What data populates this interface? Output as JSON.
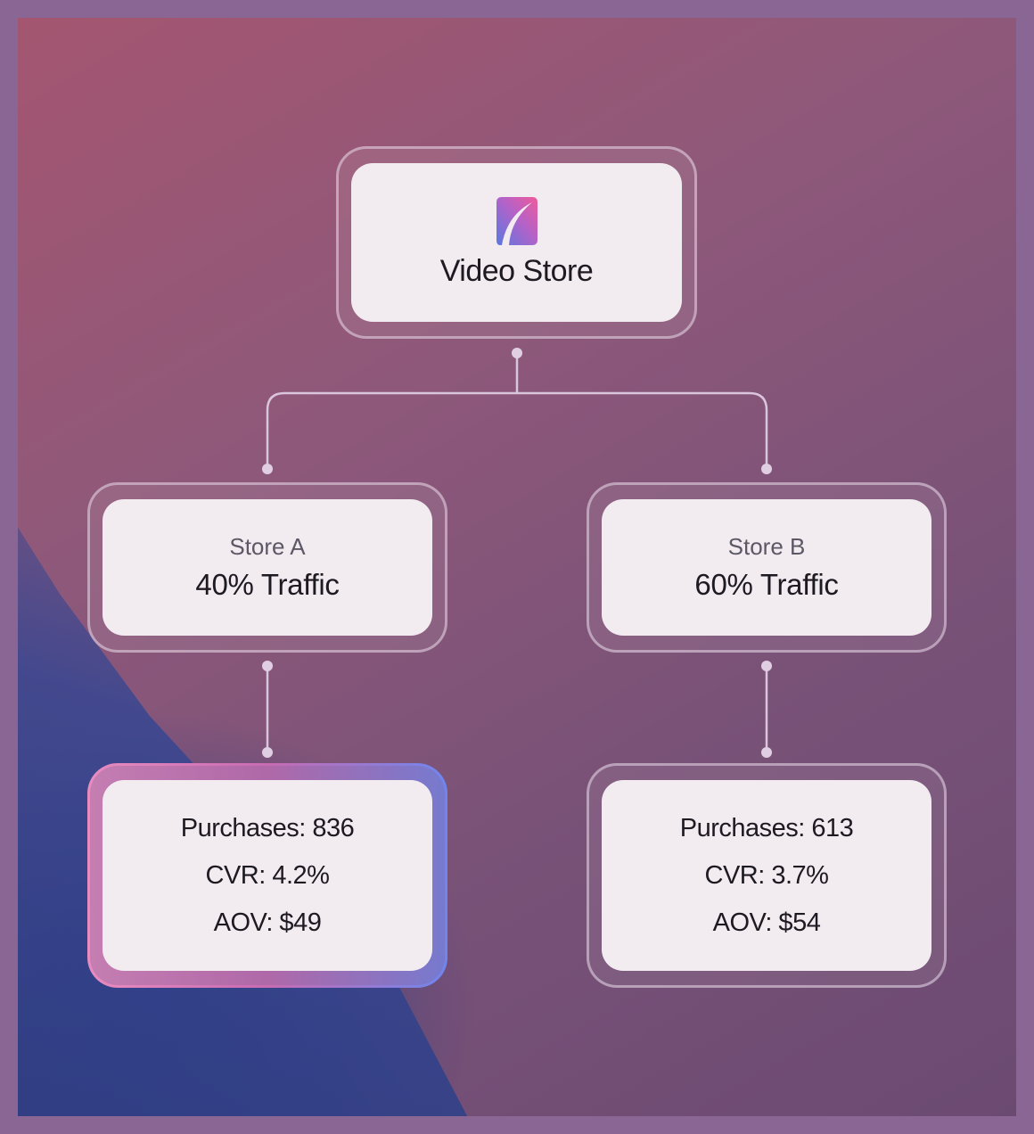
{
  "root": {
    "title": "Video Store",
    "logo_icon": "store-logo-icon"
  },
  "stores": [
    {
      "name": "Store A",
      "traffic": "40% Traffic",
      "metrics": [
        "Purchases: 836",
        "CVR: 4.2%",
        "AOV: $49"
      ]
    },
    {
      "name": "Store B",
      "traffic": "60% Traffic",
      "metrics": [
        "Purchases: 613",
        "CVR: 3.7%",
        "AOV: $54"
      ]
    }
  ],
  "colors": {
    "highlight_gradient_start": "#e98cc0",
    "highlight_gradient_end": "#6f86ee",
    "connector": "#d9c6dc"
  }
}
